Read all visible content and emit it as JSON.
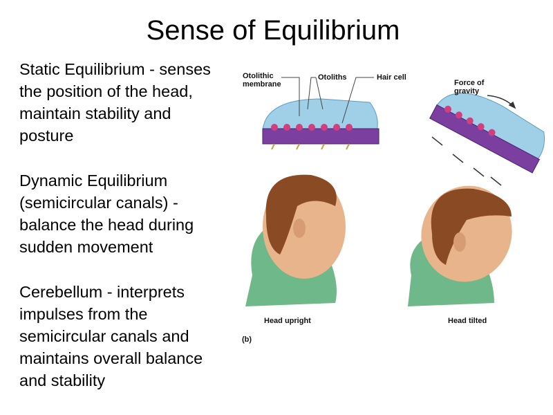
{
  "slide": {
    "title": "Sense of Equilibrium",
    "paragraphs": [
      "Static Equilibrium - senses\nthe position of the head,\nmaintain stability and\nposture",
      "Dynamic Equilibrium\n(semicircular canals) -\nbalance the head during\nsudden movement",
      "Cerebellum - interprets\nimpulses from the\nsemicircular canals and\nmaintains overall balance\nand stability"
    ]
  },
  "figure": {
    "labels": {
      "otolithic_membrane": "Otolithic\nmembrane",
      "otoliths": "Otoliths",
      "hair_cell": "Hair cell",
      "force_of_gravity": "Force of\ngravity",
      "head_upright": "Head upright",
      "head_tilted": "Head tilted",
      "panel": "(b)"
    },
    "colors": {
      "membrane": "#9fd0e8",
      "hair_cells": "#7b3fa0",
      "skin": "#e8b48c",
      "hair": "#8a4a24",
      "shirt": "#6fb88a"
    }
  }
}
